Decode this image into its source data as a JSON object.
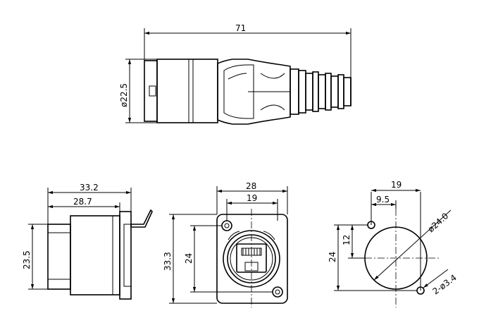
{
  "dimensions": {
    "top_length": "71",
    "top_diameter": "ø22.5",
    "side_width_outer": "33.2",
    "side_width_inner": "28.7",
    "side_height": "23.5",
    "front_width_outer": "28",
    "front_width_inner": "19",
    "front_height_outer": "33.3",
    "front_height_inner": "24",
    "cut_width": "19",
    "cut_offset": "9.5",
    "cut_height": "24",
    "cut_half_height": "12",
    "cut_diameter": "ø24.0",
    "cut_holes": "2-ø3.4"
  }
}
